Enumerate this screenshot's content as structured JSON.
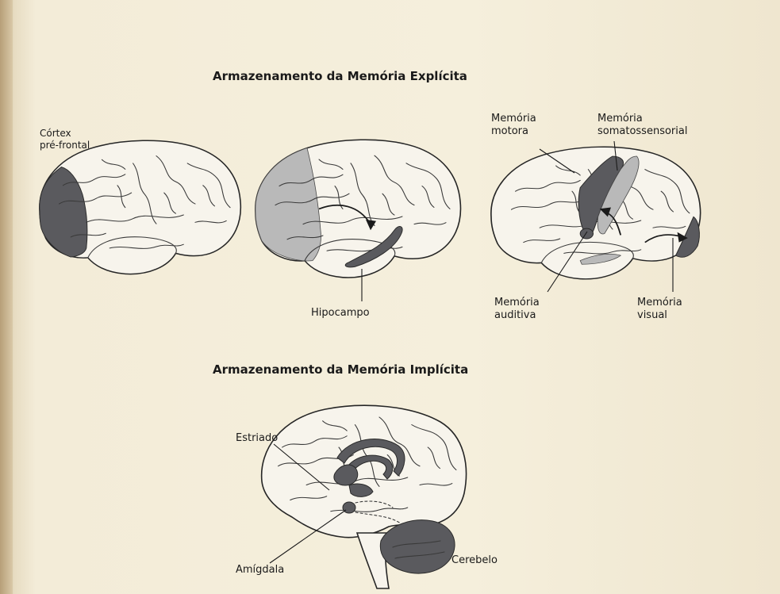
{
  "titles": {
    "explicit": "Armazenamento da Memória Explícita",
    "implicit": "Armazenamento da Memória Implícita"
  },
  "labels": {
    "cortex_line1": "Córtex",
    "cortex_line2": "pré-frontal",
    "hipocampo": "Hipocampo",
    "motor_line1": "Memória",
    "motor_line2": "motora",
    "somato_line1": "Memória",
    "somato_line2": "somatossensorial",
    "auditiva_line1": "Memória",
    "auditiva_line2": "auditiva",
    "visual_line1": "Memória",
    "visual_line2": "visual",
    "estriado": "Estriado",
    "amigdala": "Amígdala",
    "cerebelo": "Cerebelo"
  },
  "colors": {
    "region_dark": "#5a5a5e",
    "region_light": "#b9b9b9",
    "outline": "#262626",
    "paper": "#f3ecd8"
  }
}
